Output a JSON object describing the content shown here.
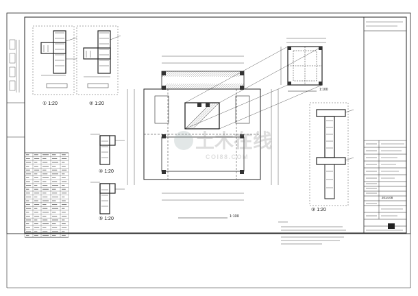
{
  "details": {
    "d1_scale": "① 1:20",
    "d2_scale": "② 1:20",
    "d3_scale": "③ 1:20",
    "d4_scale": "④ 1:20",
    "d5_scale": "⑤ 1:20"
  },
  "plans": {
    "main_plan_scale": "1:100",
    "roof_plan_scale": "1:100"
  },
  "watermark": {
    "main": "土木在线",
    "sub": "COI88.COM"
  },
  "title_block": {
    "date": "2014.08"
  }
}
